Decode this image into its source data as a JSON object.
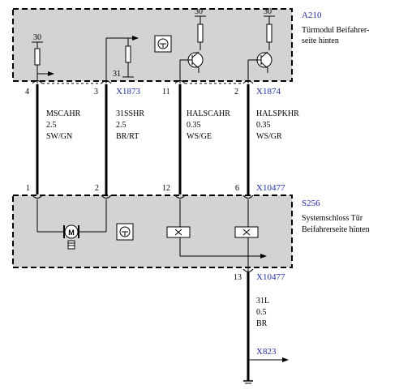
{
  "modules": {
    "top": {
      "id": "A210",
      "name_line1": "Türmodul Beifahrer-",
      "name_line2": "seite hinten",
      "connectors": [
        "X1873",
        "X1874"
      ]
    },
    "bottom": {
      "id": "S256",
      "name_line1": "Systemschloss Tür",
      "name_line2": "Beifahrerseite hinten",
      "connector": "X10477"
    }
  },
  "supplies": [
    "30",
    "30",
    "30"
  ],
  "ground_label": "31",
  "wires": [
    {
      "name": "MSCAHR",
      "gauge": "2.5",
      "color": "SW/GN",
      "pin_top": "4",
      "pin_bottom": "1"
    },
    {
      "name": "31SSHR",
      "gauge": "2.5",
      "color": "BR/RT",
      "pin_top": "3",
      "pin_bottom": "2"
    },
    {
      "name": "HALSCAHR",
      "gauge": "0.35",
      "color": "WS/GE",
      "pin_top": "11",
      "pin_bottom": "12"
    },
    {
      "name": "HALSPKHR",
      "gauge": "0.35",
      "color": "WS/GR",
      "pin_top": "2",
      "pin_bottom": "6"
    }
  ],
  "ground_wire": {
    "pin": "13",
    "connector": "X10477",
    "name": "31L",
    "gauge": "0.5",
    "color": "BR",
    "target": "X823"
  },
  "motor_letter": "M",
  "colors": {
    "module_fill": "#d3d3d3",
    "line": "#000000",
    "connector_text": "#1f2ea0"
  }
}
